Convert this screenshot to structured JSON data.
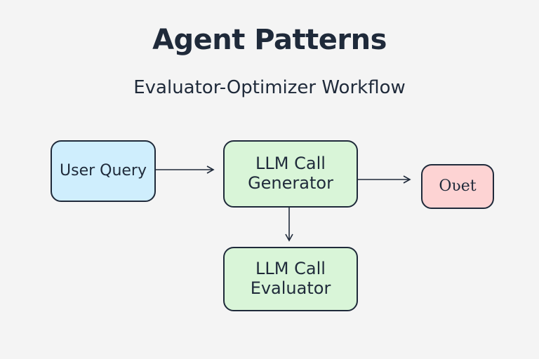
{
  "diagram": {
    "title": "Agent Patterns",
    "subtitle": "Evaluator-Optimizer Workflow",
    "nodes": {
      "user_query": {
        "label": "User Query",
        "color": "#cfeefd"
      },
      "generator": {
        "label": "LLM Call\nGenerator",
        "color": "#d9f5d8"
      },
      "evaluator": {
        "label": "LLM Call\nEvaluator",
        "color": "#d9f5d8"
      },
      "output": {
        "label": "Oʋet",
        "color": "#fdd3d3"
      }
    },
    "edges": [
      {
        "from": "User Query",
        "to": "LLM Call Generator"
      },
      {
        "from": "LLM Call Generator",
        "to": "Oʋet"
      },
      {
        "from": "LLM Call Generator",
        "to": "LLM Call Evaluator"
      }
    ],
    "colors": {
      "background": "#f4f4f4",
      "stroke": "#1f2a3a"
    }
  }
}
